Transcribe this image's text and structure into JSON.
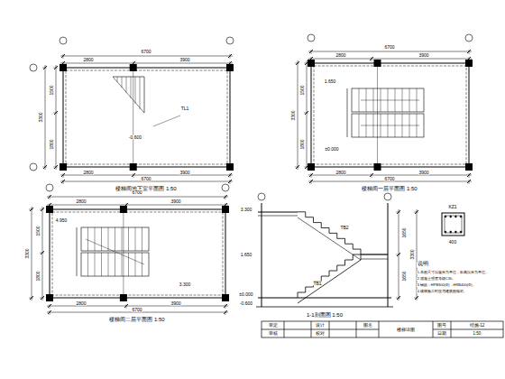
{
  "diagram": {
    "labels": [
      "6700",
      "2800",
      "3900",
      "3300",
      "1500",
      "1800",
      "2800",
      "3900",
      "6700",
      "楼梯间地下室平面图 1:50",
      "-0.600",
      "TL1",
      "6700",
      "2800",
      "3900",
      "3300",
      "1500",
      "1800",
      "2800",
      "3900",
      "6700",
      "楼梯间一层平面图 1:50",
      "±0.000",
      "1.650",
      "6700",
      "2800",
      "3900",
      "3300",
      "1500",
      "1800",
      "2800",
      "3900",
      "6700",
      "楼梯间二层平面图 1:50",
      "4.950",
      "3.300",
      "3.300",
      "1.650",
      "±0.000",
      "-0.600",
      "1650",
      "1650",
      "3300",
      "TB1",
      "TB2",
      "1-1剖面图 1:50",
      "KZ1",
      "400",
      "说明:",
      "1.本图尺寸以毫米为单位，标高以米为单位。",
      "2.混凝土强度等级C30。",
      "3.钢筋：HPB300(Φ)，HRB400(Φ)。",
      "4.楼梯施工时应与建筑图核对。",
      "审定",
      "设计",
      "图名",
      "楼梯详图",
      "图号",
      "结施-12",
      "审核",
      "校对",
      "日期",
      "1:50"
    ]
  }
}
